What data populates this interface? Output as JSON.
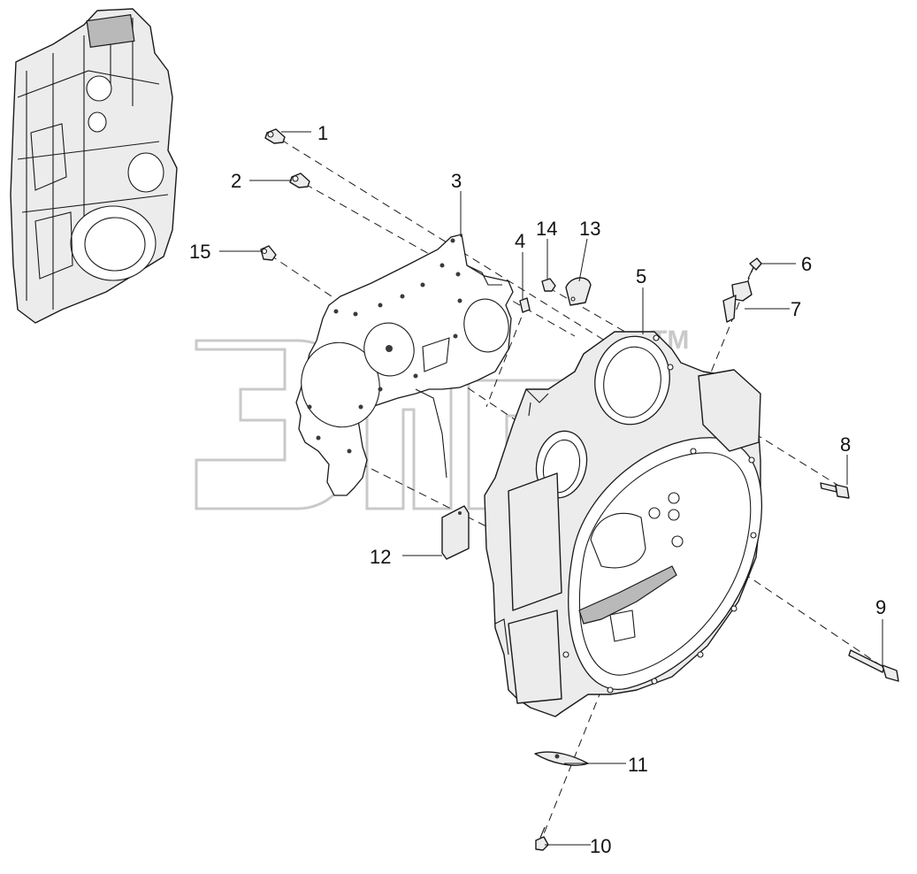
{
  "callouts": [
    {
      "id": "1",
      "label": "1"
    },
    {
      "id": "2",
      "label": "2"
    },
    {
      "id": "3",
      "label": "3"
    },
    {
      "id": "4",
      "label": "4"
    },
    {
      "id": "5",
      "label": "5"
    },
    {
      "id": "6",
      "label": "6"
    },
    {
      "id": "7",
      "label": "7"
    },
    {
      "id": "8",
      "label": "8"
    },
    {
      "id": "9",
      "label": "9"
    },
    {
      "id": "10",
      "label": "10"
    },
    {
      "id": "11",
      "label": "11"
    },
    {
      "id": "12",
      "label": "12"
    },
    {
      "id": "13",
      "label": "13"
    },
    {
      "id": "14",
      "label": "14"
    },
    {
      "id": "15",
      "label": "15"
    }
  ],
  "watermark": {
    "text": "ЭПСР",
    "trademark": "TM",
    "color": "#c9c9c9"
  },
  "colors": {
    "line": "#1a1a1a",
    "part_fill": "#ececec",
    "background": "#ffffff"
  }
}
